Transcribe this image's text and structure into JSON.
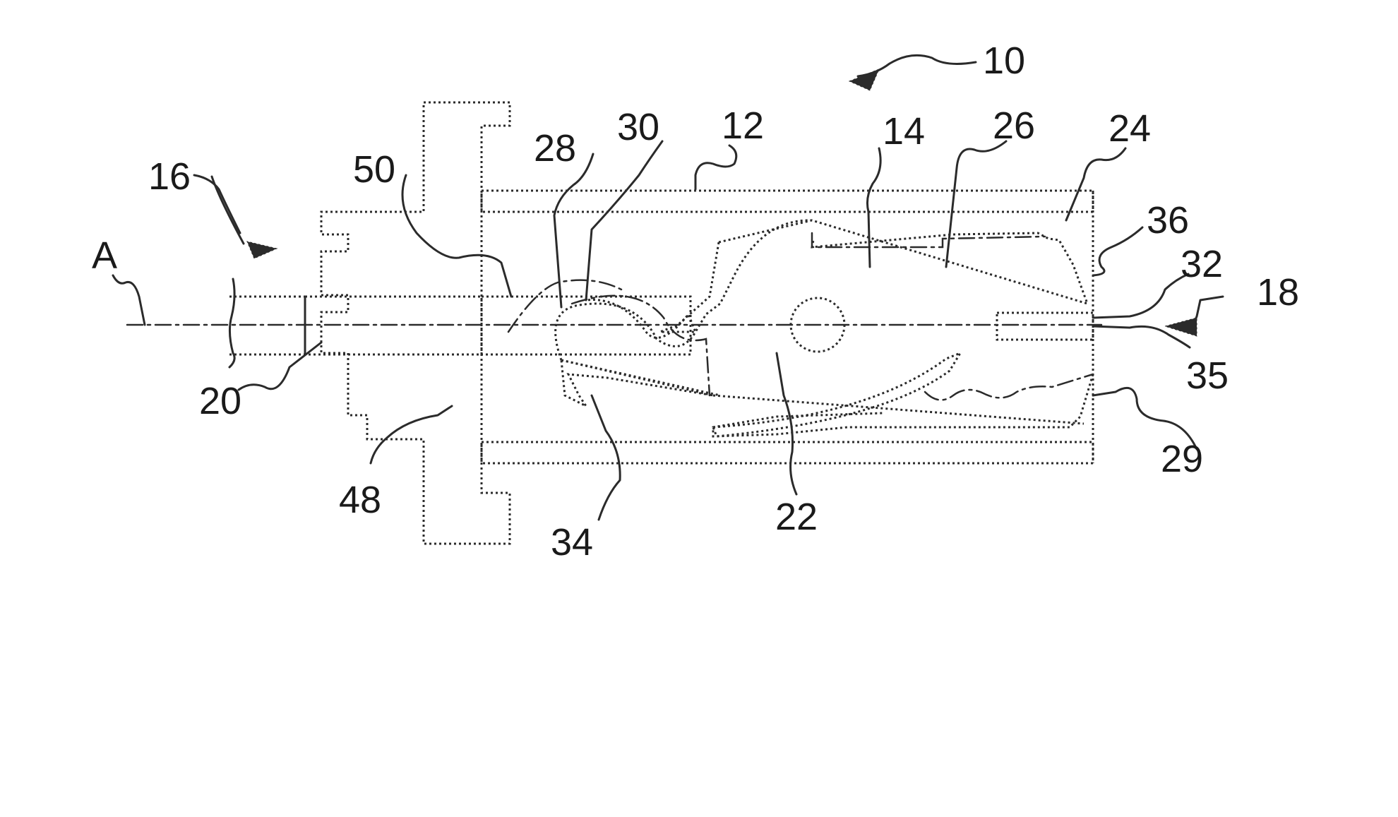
{
  "figure": {
    "labels": {
      "l10": "10",
      "l12": "12",
      "l14": "14",
      "l16": "16",
      "l18": "18",
      "l20": "20",
      "l22": "22",
      "l24": "24",
      "l26": "26",
      "l28": "28",
      "l29": "29",
      "l30": "30",
      "l32": "32",
      "l34": "34",
      "l35": "35",
      "l36": "36",
      "l48": "48",
      "l50": "50",
      "lA": "A"
    }
  }
}
